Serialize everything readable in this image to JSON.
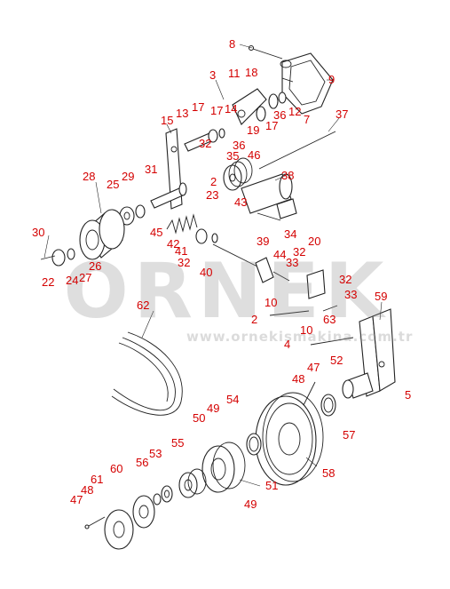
{
  "colors": {
    "label": "#d40000",
    "watermark": "#8a8a8a",
    "line": "#222222",
    "background": "#ffffff"
  },
  "watermark": {
    "brand": "ORNEK",
    "url": "www.ornekismakina.com.tr"
  },
  "labels": [
    {
      "id": "l1",
      "text": "8"
    },
    {
      "id": "l2",
      "text": "3"
    },
    {
      "id": "l3",
      "text": "11"
    },
    {
      "id": "l4",
      "text": "18"
    },
    {
      "id": "l5",
      "text": "9"
    },
    {
      "id": "l6",
      "text": "17"
    },
    {
      "id": "l7",
      "text": "14"
    },
    {
      "id": "l8",
      "text": "13"
    },
    {
      "id": "l9",
      "text": "15"
    },
    {
      "id": "l10",
      "text": "17"
    },
    {
      "id": "l11",
      "text": "32"
    },
    {
      "id": "l12",
      "text": "36"
    },
    {
      "id": "l13",
      "text": "12"
    },
    {
      "id": "l14",
      "text": "7"
    },
    {
      "id": "l15",
      "text": "19"
    },
    {
      "id": "l16",
      "text": "17"
    },
    {
      "id": "l17",
      "text": "37"
    },
    {
      "id": "l18",
      "text": "36"
    },
    {
      "id": "l19",
      "text": "35"
    },
    {
      "id": "l20",
      "text": "46"
    },
    {
      "id": "l21",
      "text": "28"
    },
    {
      "id": "l22",
      "text": "29"
    },
    {
      "id": "l23",
      "text": "31"
    },
    {
      "id": "l24",
      "text": "25"
    },
    {
      "id": "l25",
      "text": "2"
    },
    {
      "id": "l26",
      "text": "23"
    },
    {
      "id": "l27",
      "text": "38"
    },
    {
      "id": "l28",
      "text": "43"
    },
    {
      "id": "l29",
      "text": "45"
    },
    {
      "id": "l30",
      "text": "34"
    },
    {
      "id": "l31",
      "text": "39"
    },
    {
      "id": "l32",
      "text": "30"
    },
    {
      "id": "l33",
      "text": "42"
    },
    {
      "id": "l34",
      "text": "41"
    },
    {
      "id": "l35",
      "text": "32"
    },
    {
      "id": "l36",
      "text": "20"
    },
    {
      "id": "l37",
      "text": "44"
    },
    {
      "id": "l38",
      "text": "33"
    },
    {
      "id": "l39",
      "text": "32"
    },
    {
      "id": "l40",
      "text": "26"
    },
    {
      "id": "l41",
      "text": "22"
    },
    {
      "id": "l42",
      "text": "24"
    },
    {
      "id": "l43",
      "text": "27"
    },
    {
      "id": "l44",
      "text": "40"
    },
    {
      "id": "l45",
      "text": "32"
    },
    {
      "id": "l46",
      "text": "33"
    },
    {
      "id": "l47",
      "text": "59"
    },
    {
      "id": "l48",
      "text": "62"
    },
    {
      "id": "l49",
      "text": "10"
    },
    {
      "id": "l50",
      "text": "63"
    },
    {
      "id": "l51",
      "text": "2"
    },
    {
      "id": "l52",
      "text": "10"
    },
    {
      "id": "l53",
      "text": "4"
    },
    {
      "id": "l54",
      "text": "47"
    },
    {
      "id": "l55",
      "text": "52"
    },
    {
      "id": "l56",
      "text": "48"
    },
    {
      "id": "l57",
      "text": "5"
    },
    {
      "id": "l58",
      "text": "49"
    },
    {
      "id": "l59",
      "text": "54"
    },
    {
      "id": "l60",
      "text": "57"
    },
    {
      "id": "l61",
      "text": "50"
    },
    {
      "id": "l62",
      "text": "58"
    },
    {
      "id": "l63",
      "text": "55"
    },
    {
      "id": "l64",
      "text": "53"
    },
    {
      "id": "l65",
      "text": "60"
    },
    {
      "id": "l66",
      "text": "56"
    },
    {
      "id": "l67",
      "text": "51"
    },
    {
      "id": "l68",
      "text": "61"
    },
    {
      "id": "l69",
      "text": "48"
    },
    {
      "id": "l70",
      "text": "47"
    },
    {
      "id": "l71",
      "text": "49"
    }
  ]
}
